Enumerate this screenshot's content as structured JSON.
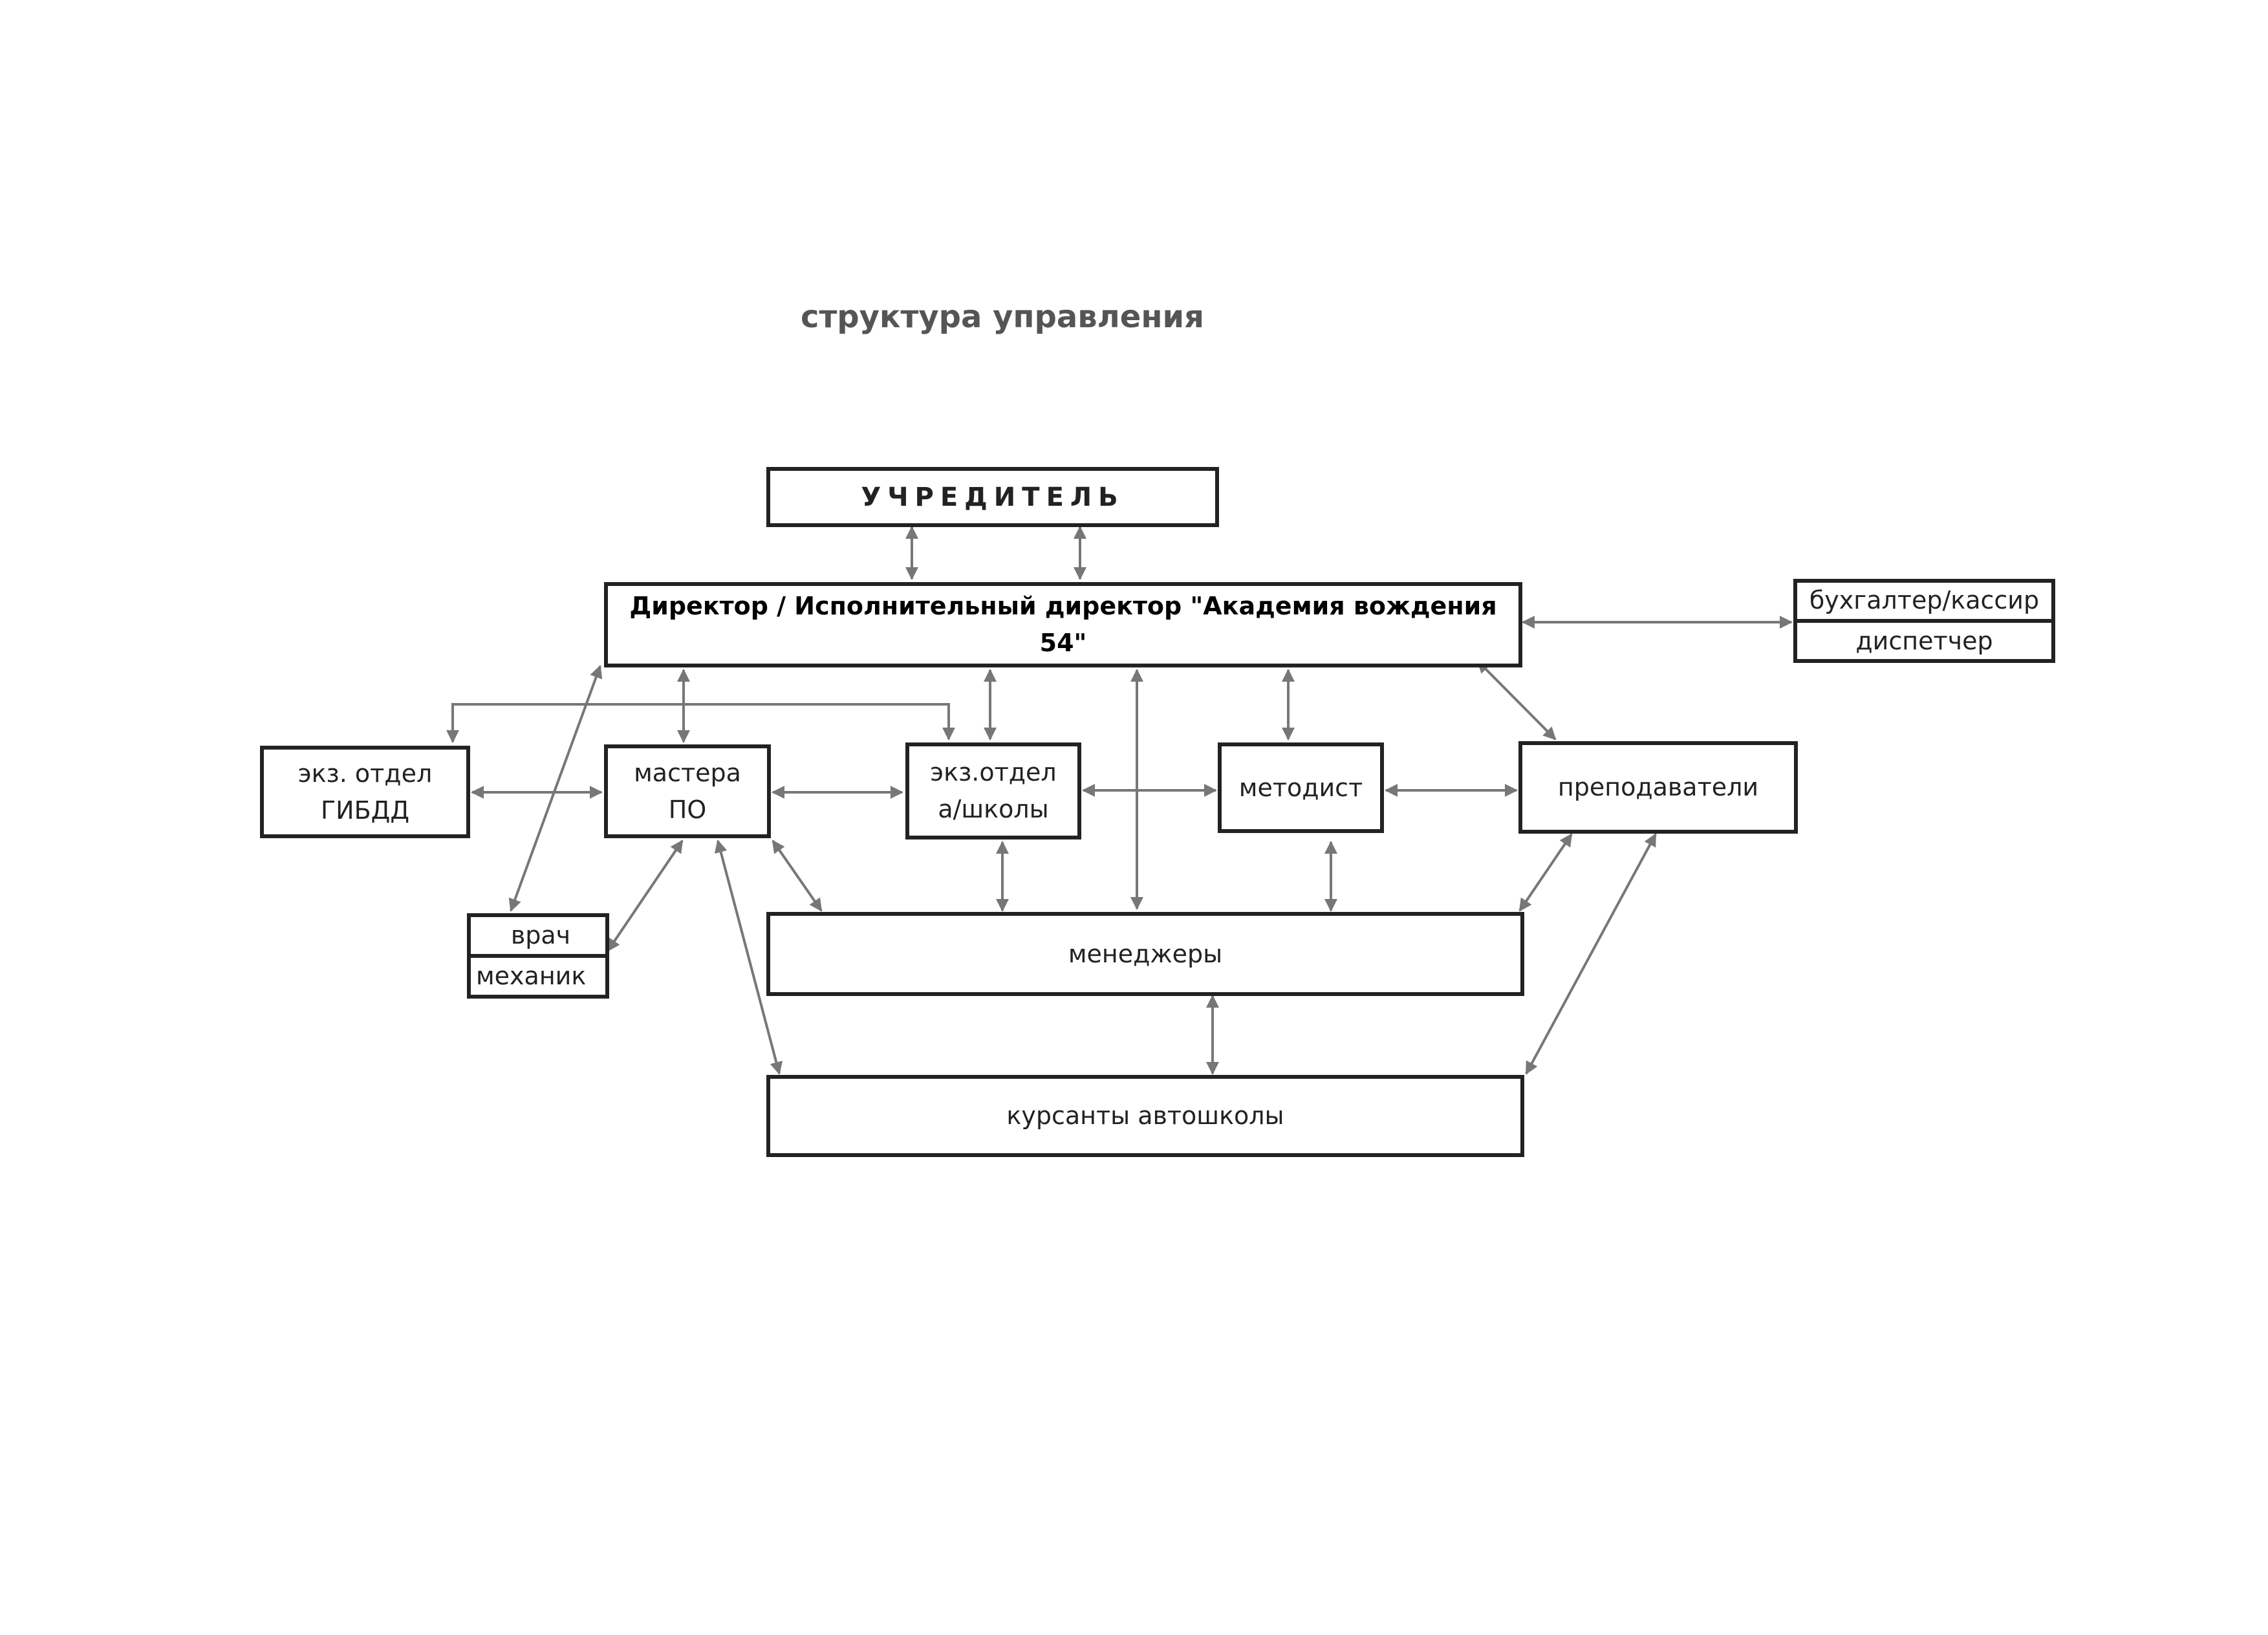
{
  "title": "структура управления",
  "colors": {
    "line": "#777777",
    "border": "#222222"
  },
  "nodes": {
    "founder": "УЧРЕДИТЕЛЬ",
    "director": "Директор / Исполнительный директор \"Академия вождения 54\"",
    "accountant": "бухгалтер/кассир",
    "dispatcher": "диспетчер",
    "gibdd_line1": "экз. отдел",
    "gibdd_line2": "ГИБДД",
    "masters_line1": "мастера",
    "masters_line2": "ПО",
    "school_exam_line1": "экз.отдел",
    "school_exam_line2": "а/школы",
    "methodist": "методист",
    "teachers": "преподаватели",
    "doctor": "врач",
    "mechanic": "механик",
    "managers": "менеджеры",
    "cadets": "курсанты автошколы"
  }
}
